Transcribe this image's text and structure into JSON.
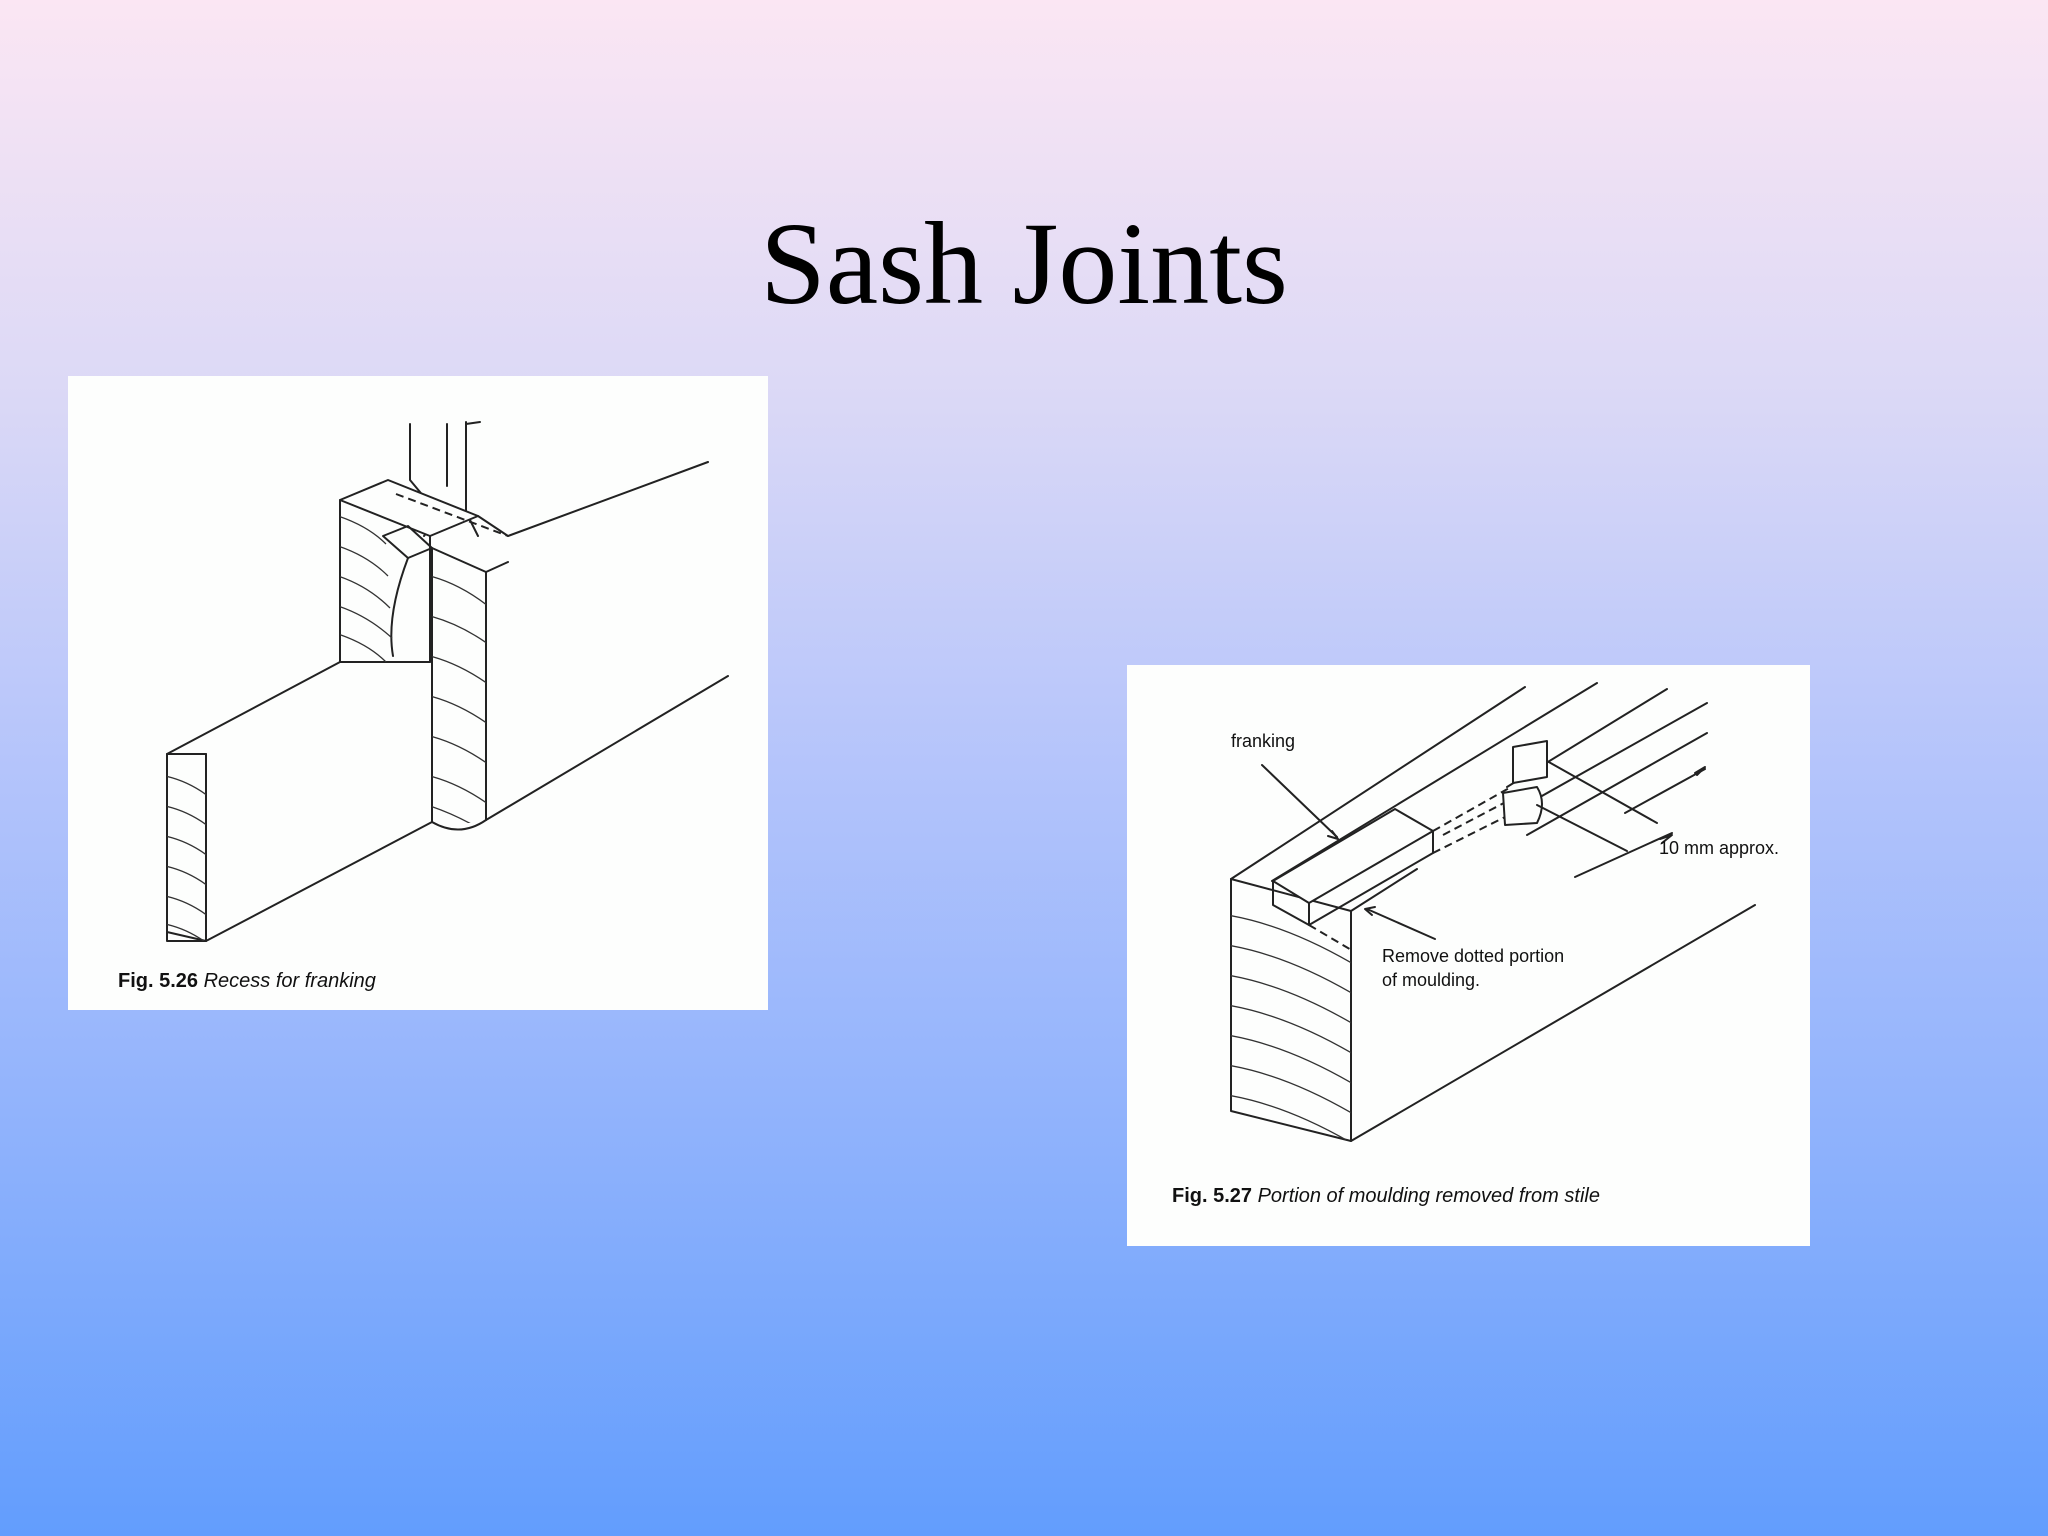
{
  "slide": {
    "title": "Sash Joints"
  },
  "figure_1": {
    "caption_number": "Fig. 5.26",
    "caption_text": "Recess for franking"
  },
  "figure_2": {
    "caption_number": "Fig. 5.27",
    "caption_text": "Portion of moulding removed from stile",
    "label_franking": "franking",
    "label_dimension": "10 mm approx.",
    "label_remove_line1": "Remove dotted portion",
    "label_remove_line2": "of moulding."
  }
}
